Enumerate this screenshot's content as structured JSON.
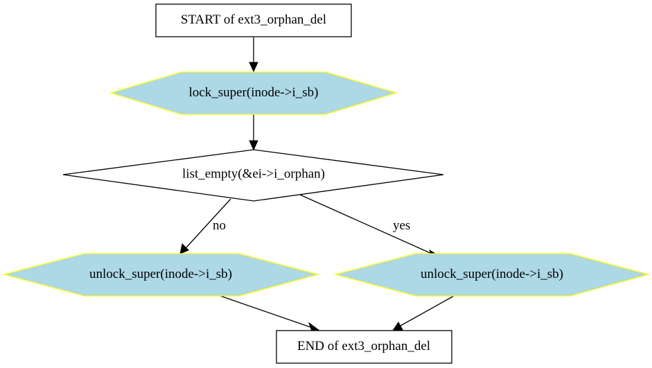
{
  "colors": {
    "process_fill": "#add8e6",
    "process_stroke": "#ffff00",
    "terminal_fill": "#ffffff",
    "terminal_stroke": "#000000",
    "edge": "#000000"
  },
  "nodes": {
    "start": {
      "label": "START of ext3_orphan_del",
      "shape": "box"
    },
    "lock": {
      "label": "lock_super(inode->i_sb)",
      "shape": "hexagon"
    },
    "decision": {
      "label": "list_empty(&ei->i_orphan)",
      "shape": "diamond"
    },
    "unlock_no": {
      "label": "unlock_super(inode->i_sb)",
      "shape": "hexagon"
    },
    "unlock_yes": {
      "label": "unlock_super(inode->i_sb)",
      "shape": "hexagon"
    },
    "end": {
      "label": "END of ext3_orphan_del",
      "shape": "box"
    }
  },
  "edges": [
    {
      "from": "start",
      "to": "lock",
      "label": ""
    },
    {
      "from": "lock",
      "to": "decision",
      "label": ""
    },
    {
      "from": "decision",
      "to": "unlock_no",
      "label": "no"
    },
    {
      "from": "decision",
      "to": "unlock_yes",
      "label": "yes"
    },
    {
      "from": "unlock_no",
      "to": "end",
      "label": ""
    },
    {
      "from": "unlock_yes",
      "to": "end",
      "label": ""
    }
  ]
}
